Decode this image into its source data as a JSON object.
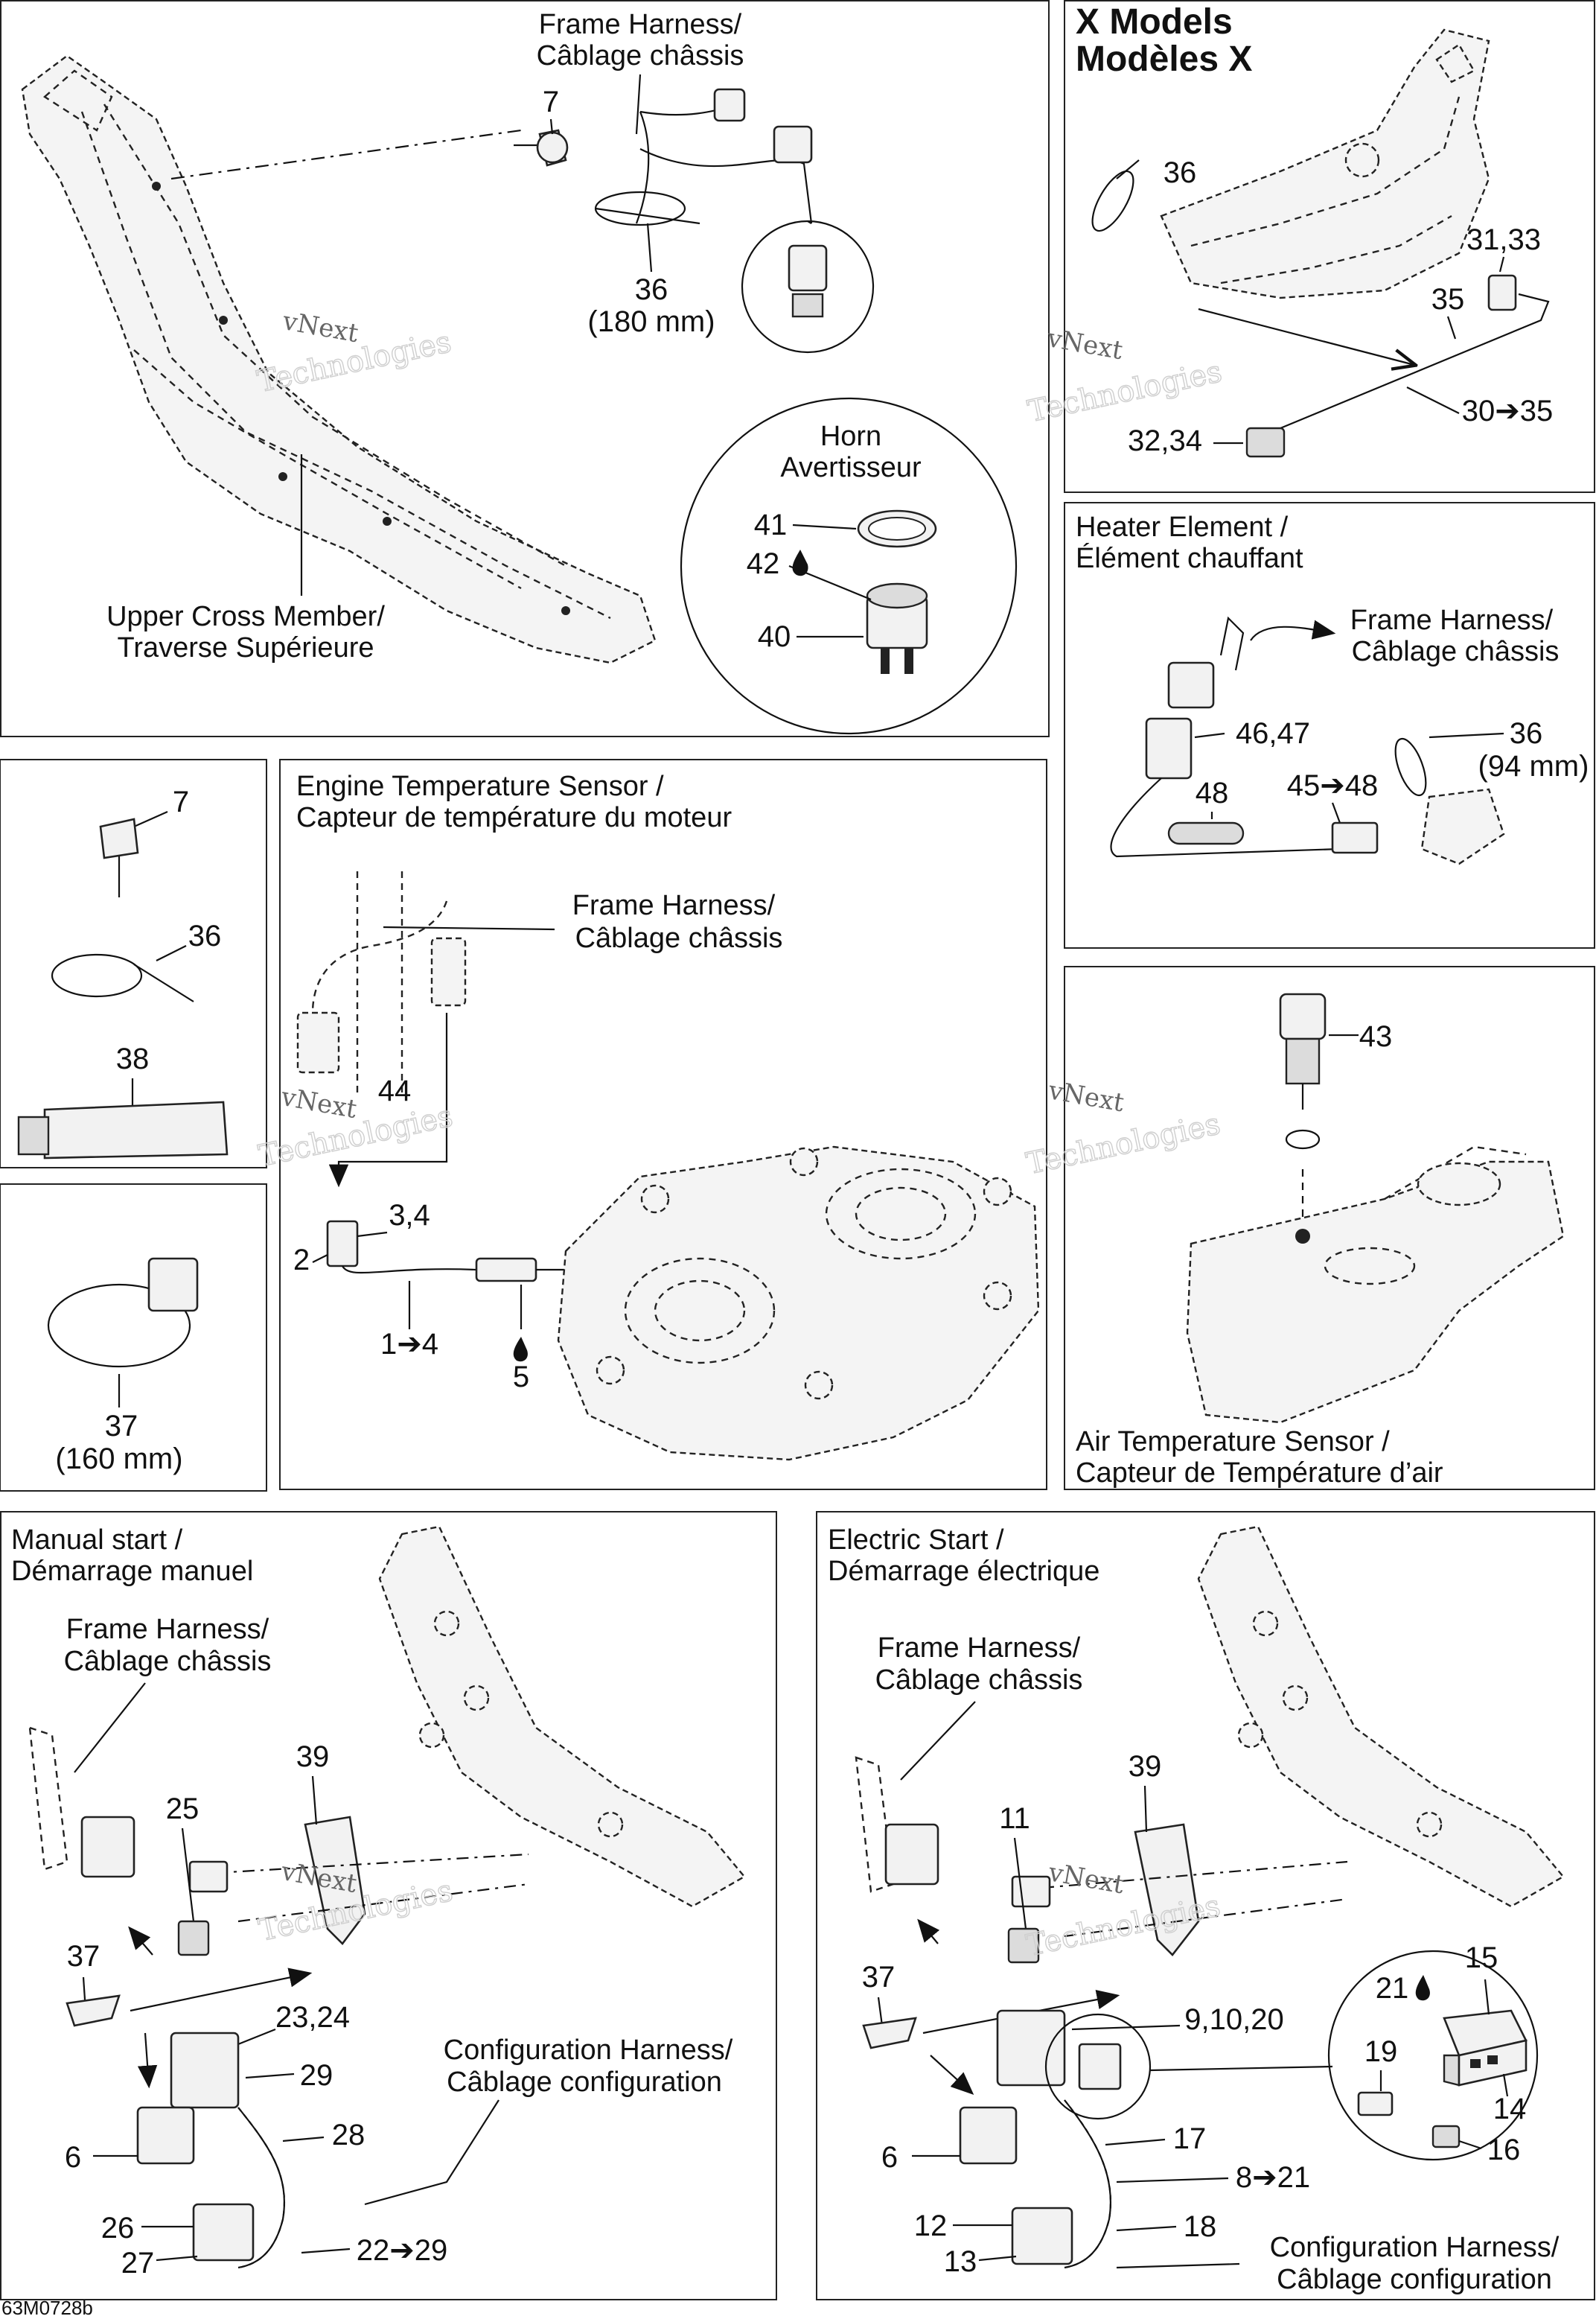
{
  "panels": {
    "frame": {
      "harness": [
        "Frame Harness/",
        "Câblage châssis"
      ],
      "cross_member": [
        "Upper Cross Member/",
        "Traverse Supérieure"
      ],
      "callouts": {
        "screw": "7",
        "tie": "36",
        "tie_size": "(180 mm)"
      },
      "horn": {
        "title": [
          "Horn",
          "Avertisseur"
        ],
        "c41": "41",
        "c42": "42",
        "c40": "40"
      }
    },
    "x_models": {
      "title": [
        "X Models",
        "Modèles X"
      ],
      "c36": "36",
      "c3133": "31,33",
      "c35": "35",
      "c3035": "30➔35",
      "c3234": "32,34"
    },
    "heater": {
      "title": [
        "Heater Element /",
        "Élément chauffant"
      ],
      "harness": [
        "Frame Harness/",
        "Câblage châssis"
      ],
      "c4647": "46,47",
      "c36": "36",
      "c36_size": "(94 mm)",
      "c48": "48",
      "c4548": "45➔48"
    },
    "hardware": {
      "c7": "7",
      "c36": "36",
      "c38": "38",
      "c37": "37",
      "c37_size": "(160 mm)"
    },
    "engine_temp": {
      "title": [
        "Engine Temperature Sensor /",
        "Capteur de température du moteur"
      ],
      "harness": [
        "Frame Harness/",
        "Câblage châssis"
      ],
      "c44": "44",
      "c34": "3,4",
      "c2": "2",
      "c14": "1➔4",
      "c5": "5"
    },
    "air_temp": {
      "title": [
        "Air Temperature Sensor /",
        "Capteur de Température d’air"
      ],
      "c43": "43"
    },
    "manual": {
      "title": [
        "Manual start /",
        "Démarrage manuel"
      ],
      "harness": [
        "Frame Harness/",
        "Câblage châssis"
      ],
      "config": [
        "Configuration Harness/",
        "Câblage configuration"
      ],
      "c39": "39",
      "c25": "25",
      "c37": "37",
      "c2324": "23,24",
      "c29": "29",
      "c28": "28",
      "c6": "6",
      "c26": "26",
      "c27": "27",
      "c2229": "22➔29"
    },
    "electric": {
      "title": [
        "Electric Start /",
        "Démarrage électrique"
      ],
      "harness": [
        "Frame Harness/",
        "Câblage châssis"
      ],
      "config": [
        "Configuration Harness/",
        "Câblage configuration"
      ],
      "c39": "39",
      "c11": "11",
      "c37": "37",
      "c91020": "9,10,20",
      "c21": "21",
      "c15": "15",
      "c19": "19",
      "c14": "14",
      "c16": "16",
      "c6": "6",
      "c17": "17",
      "c821": "8➔21",
      "c12": "12",
      "c13": "13",
      "c18": "18"
    }
  },
  "watermark": [
    "vNext",
    "Technologies"
  ],
  "drawing_code": "63M0728b"
}
